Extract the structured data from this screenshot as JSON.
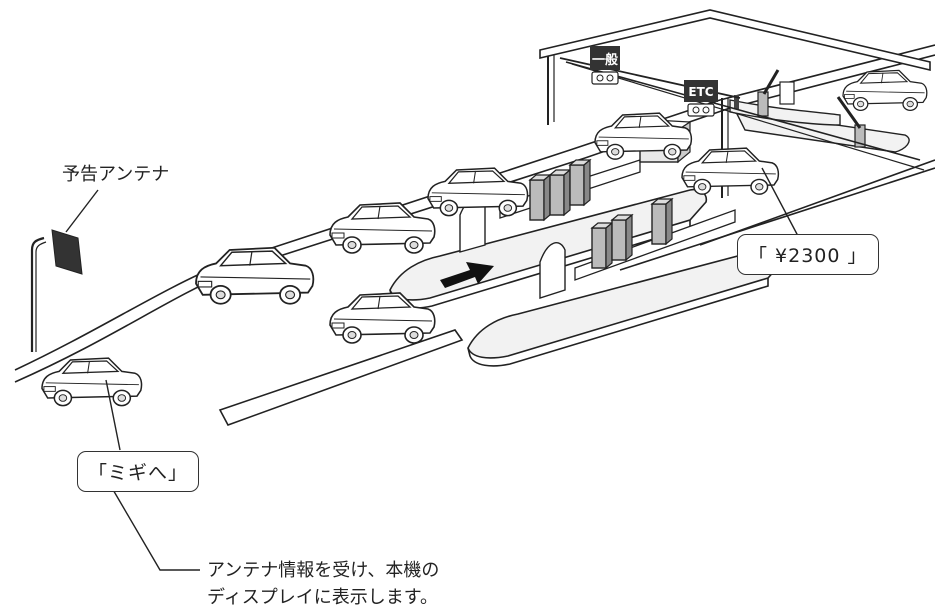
{
  "labels": {
    "antenna": "予告アンテナ",
    "lane_general": "一般",
    "lane_etc": "ETC"
  },
  "callouts": {
    "price": "「 ¥2300 」",
    "direction": "「ミギへ」"
  },
  "caption": {
    "line1": "アンテナ情報を受け、本機の",
    "line2": "ディスプレイに表示します。"
  }
}
